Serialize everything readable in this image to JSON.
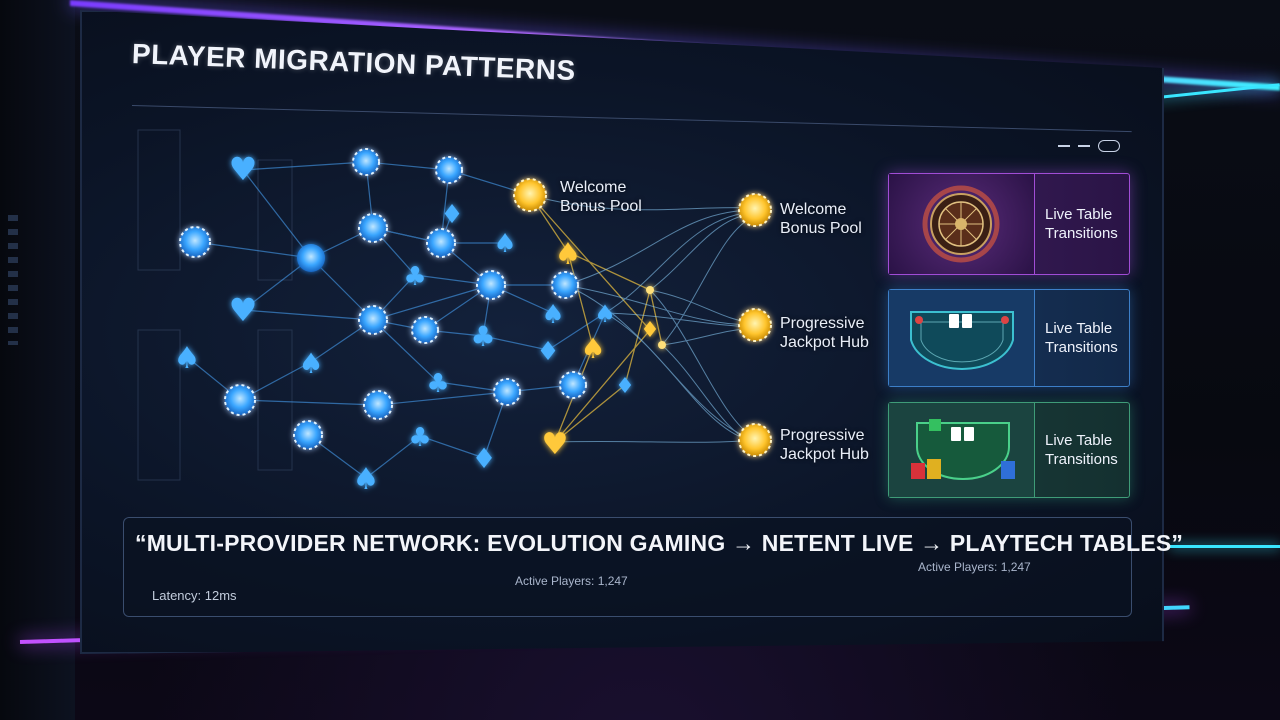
{
  "title": "PLAYER MIGRATION PATTERNS",
  "nodes": {
    "welcome_left": "Welcome\nBonus Pool",
    "welcome_right": "Welcome\nBonus Pool",
    "jackpot_1": "Progressive\nJackpot Hub",
    "jackpot_2": "Progressive\nJackpot Hub"
  },
  "cards": [
    {
      "label": "Live Table\nTransitions",
      "icon": "roulette-wheel-icon",
      "accent": "#a14dd6"
    },
    {
      "label": "Live Table\nTransitions",
      "icon": "blackjack-table-icon",
      "accent": "#3d7fc8"
    },
    {
      "label": "Live Table\nTransitions",
      "icon": "casino-table-chips-icon",
      "accent": "#3f9c78"
    }
  ],
  "footer": {
    "headline": "“MULTI-PROVIDER NETWORK: EVOLUTION GAMING → NETENT LIVE → PLAYTECH TABLES”",
    "active_players_1": "Active Players: 1,247",
    "active_players_2": "Active Players: 1,247",
    "latency": "Latency: 12ms"
  },
  "colors": {
    "node_blue": "#3aa6ff",
    "node_gold": "#ffcc33",
    "neon_purple": "#b36bff",
    "neon_cyan": "#39e6ff"
  }
}
